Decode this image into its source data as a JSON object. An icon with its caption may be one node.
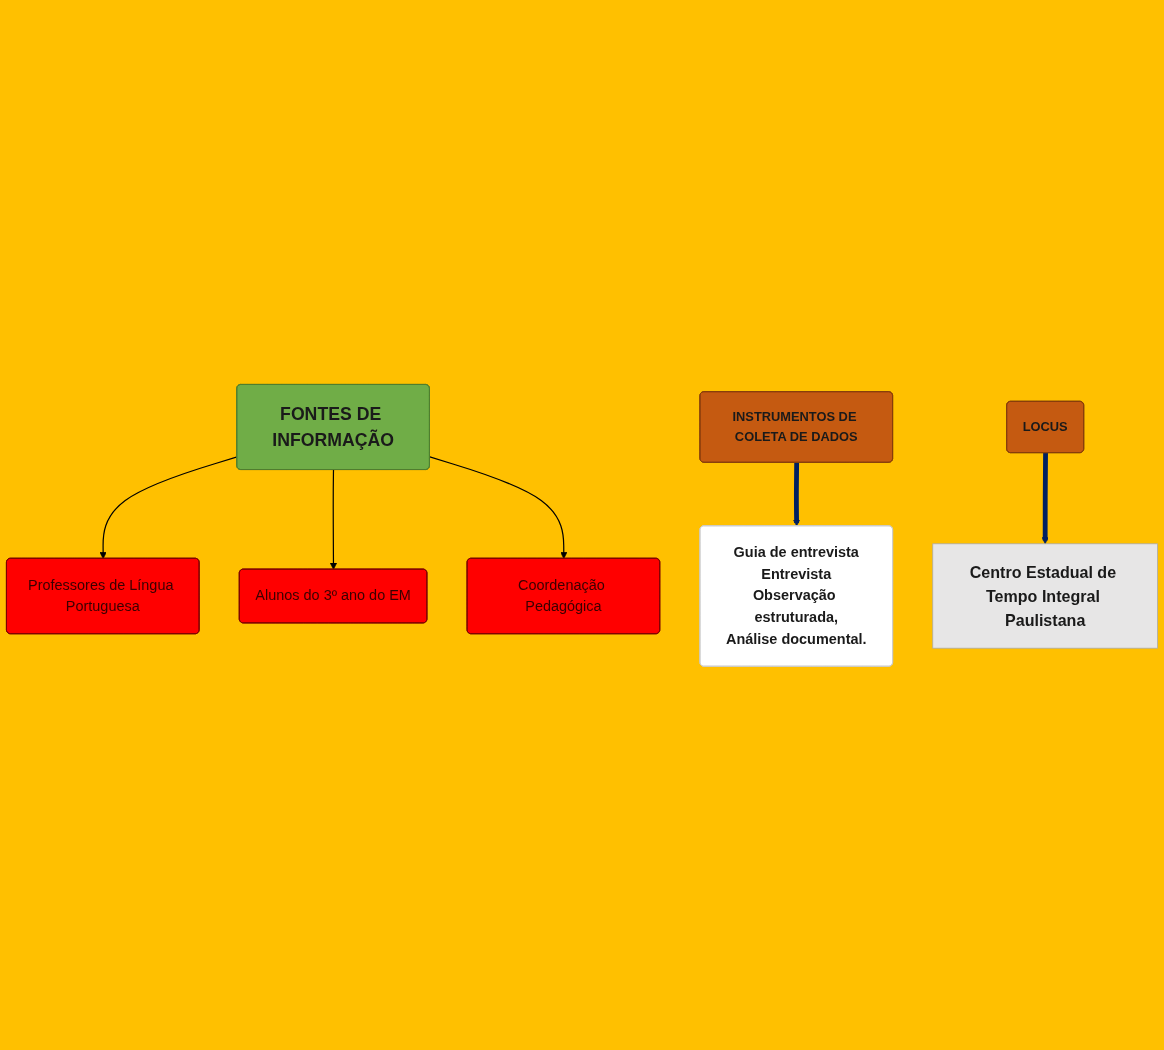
{
  "diagram": {
    "nodes": [
      {
        "text": [
          "FONTES DE INFORMAÇÃO"
        ]
      },
      {
        "text": [
          "Professores de Língua Portuguesa"
        ]
      },
      {
        "text": [
          "Coordenação Pedagógica"
        ]
      },
      {
        "text": [
          "Alunos do 3º ano do EM"
        ]
      },
      {
        "text": [
          "INSTRUMENTOS DE COLETA DE DADOS"
        ]
      },
      {
        "text": [
          "Guia de entrevista",
          "Entrevista",
          "Observação estruturada,",
          "Análise documental."
        ]
      },
      {
        "text": [
          "LOCUS"
        ]
      },
      {
        "text": [
          "Centro Estadual de Tempo Integral Paulistana"
        ]
      }
    ],
    "edges": [
      {
        "from": 0,
        "to": 1,
        "arrow": "to"
      },
      {
        "from": 0,
        "to": 3,
        "arrow": "to"
      },
      {
        "from": 0,
        "to": 2,
        "arrow": "to"
      },
      {
        "from": 4,
        "to": 5,
        "arrow": "to",
        "style": "thick",
        "color": "#002060"
      },
      {
        "from": 6,
        "to": 7,
        "arrow": "to",
        "style": "thick",
        "color": "#002060"
      }
    ]
  }
}
